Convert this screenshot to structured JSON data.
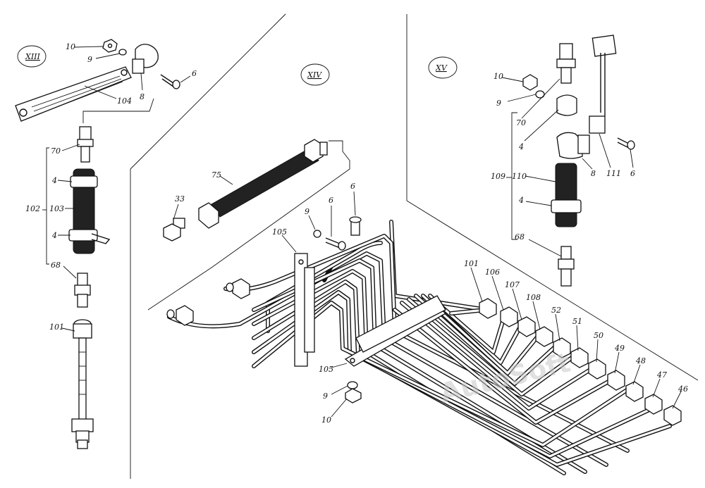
{
  "groups": {
    "xiii": "XIII",
    "xiv": "XIV",
    "xv": "XV"
  },
  "watermark": "AutoSoft",
  "labels": {
    "g13_10": "10",
    "g13_9": "9",
    "g13_104": "104",
    "g13_8": "8",
    "g13_6": "6",
    "g13_70": "70",
    "g13_4a": "4",
    "g13_102": "102",
    "g13_103": "103",
    "g13_4b": "4",
    "g13_68": "68",
    "g13_101": "101",
    "g14_75": "75",
    "g14_33": "33",
    "g14_9": "9",
    "g14_6a": "6",
    "g14_6b": "6",
    "g14_105a": "105",
    "g14_105b": "105",
    "g14_9b": "9",
    "g14_10b": "10",
    "g14_101": "101",
    "g14_106": "106",
    "g14_107": "107",
    "g14_108": "108",
    "g14_52": "52",
    "g14_51": "51",
    "g14_50": "50",
    "g14_49": "49",
    "g14_48": "48",
    "g14_47": "47",
    "g14_46": "46",
    "g15_10": "10",
    "g15_9": "9",
    "g15_70": "70",
    "g15_4a": "4",
    "g15_109": "109",
    "g15_110": "110",
    "g15_4b": "4",
    "g15_8": "8",
    "g15_111": "111",
    "g15_6": "6",
    "g15_68": "68"
  }
}
